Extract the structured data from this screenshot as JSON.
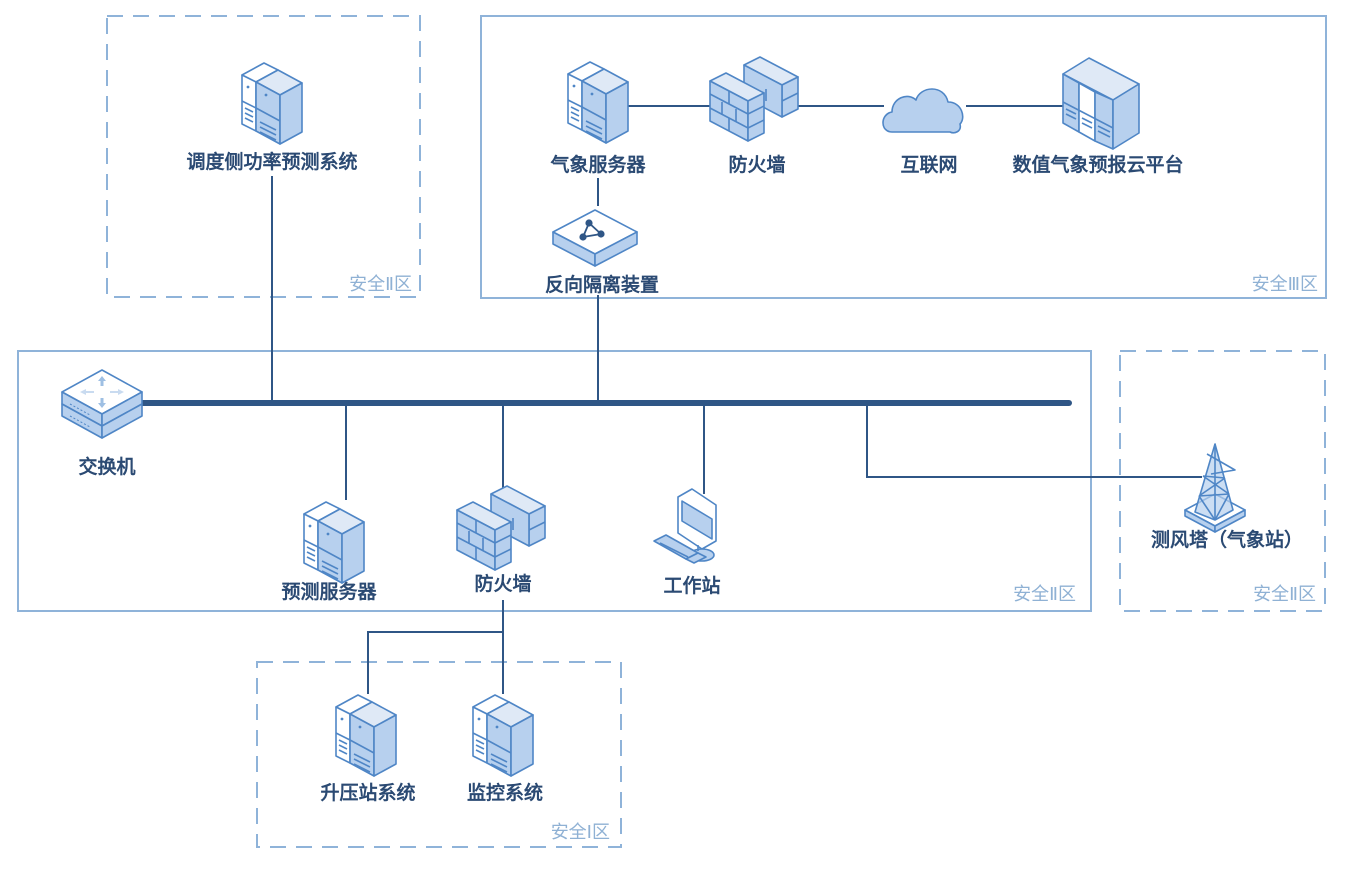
{
  "diagram": {
    "title": "",
    "zones": [
      {
        "id": "zone-dispatch",
        "label": "安全Ⅱ区",
        "style": "dashed"
      },
      {
        "id": "zone-internet",
        "label": "安全Ⅲ区",
        "style": "solid"
      },
      {
        "id": "zone-main",
        "label": "安全Ⅱ区",
        "style": "solid"
      },
      {
        "id": "zone-tower",
        "label": "安全Ⅱ区",
        "style": "dashed"
      },
      {
        "id": "zone-control",
        "label": "安全Ⅰ区",
        "style": "dashed"
      }
    ],
    "nodes": {
      "dispatch_forecast": {
        "label": "调度侧功率预测系统",
        "icon": "server-icon"
      },
      "weather_server": {
        "label": "气象服务器",
        "icon": "server-icon"
      },
      "firewall_top": {
        "label": "防火墙",
        "icon": "firewall-icon"
      },
      "internet": {
        "label": "互联网",
        "icon": "cloud-icon"
      },
      "nwp_cloud": {
        "label": "数值气象预报云平台",
        "icon": "server-cluster-icon"
      },
      "reverse_isolation": {
        "label": "反向隔离装置",
        "icon": "isolation-device-icon"
      },
      "switch": {
        "label": "交换机",
        "icon": "switch-icon"
      },
      "forecast_server": {
        "label": "预测服务器",
        "icon": "server-icon"
      },
      "firewall_mid": {
        "label": "防火墙",
        "icon": "firewall-icon"
      },
      "workstation": {
        "label": "工作站",
        "icon": "workstation-icon"
      },
      "met_tower": {
        "label": "测风塔（气象站）",
        "icon": "wind-tower-icon"
      },
      "substation_system": {
        "label": "升压站系统",
        "icon": "server-icon"
      },
      "monitoring_system": {
        "label": "监控系统",
        "icon": "server-icon"
      }
    },
    "links": [
      [
        "dispatch_forecast",
        "switch-bus"
      ],
      [
        "weather_server",
        "firewall_top"
      ],
      [
        "firewall_top",
        "internet"
      ],
      [
        "internet",
        "nwp_cloud"
      ],
      [
        "weather_server",
        "reverse_isolation"
      ],
      [
        "reverse_isolation",
        "switch-bus"
      ],
      [
        "switch",
        "switch-bus"
      ],
      [
        "forecast_server",
        "switch-bus"
      ],
      [
        "firewall_mid",
        "switch-bus"
      ],
      [
        "workstation",
        "switch-bus"
      ],
      [
        "met_tower",
        "switch-bus"
      ],
      [
        "firewall_mid",
        "substation_system"
      ],
      [
        "firewall_mid",
        "monitoring_system"
      ]
    ],
    "colors": {
      "label": "#2b4a73",
      "zone_border": "#8fb3d9",
      "zone_label": "#8fb1d4",
      "link": "#2f5686",
      "icon_stroke": "#4f86c6",
      "icon_fill": "#b7d0ee"
    }
  }
}
